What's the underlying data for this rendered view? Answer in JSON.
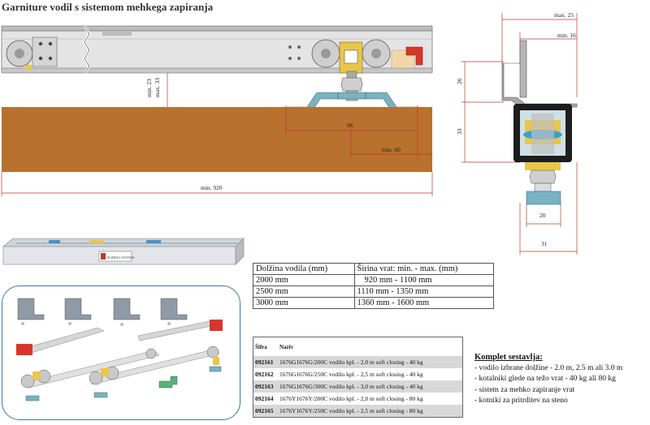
{
  "title": "Garniture vodil s sistemom mehkega zapiranja",
  "dimensions": {
    "min_23": "min. 23",
    "max_33": "max. 33",
    "d96": "96",
    "min_60": "min. 60",
    "min_920": "min. 920",
    "max_25": "max. 25",
    "min_16": "min. 16",
    "d26": "26",
    "d33": "33",
    "d20": "20",
    "d31": "31"
  },
  "rail_label": "SLIDING SYSTEM",
  "length_table": {
    "headers": [
      "Dolžina vodila (mm)",
      "Širina vrat: min. - max. (mm)"
    ],
    "rows": [
      [
        "2000 mm",
        "920 mm - 1100 mm"
      ],
      [
        "2500 mm",
        "1110 mm - 1350 mm"
      ],
      [
        "3000 mm",
        "1360 mm - 1600 mm"
      ]
    ]
  },
  "code_table": {
    "headers": [
      "Šifra",
      "Naziv"
    ],
    "rows": [
      [
        "092161",
        "1676G1676G/200C vodilo kpl. - 2,0 m soft closing - 40 kg"
      ],
      [
        "092162",
        "1676G1676G/250C vodilo kpl. - 2,5 m soft closing - 40 kg"
      ],
      [
        "092163",
        "1676G1676G/300C vodilo kpl. - 3,0 m soft closing - 40 kg"
      ],
      [
        "092164",
        "1676Y1676Y/200C vodilo kpl. - 2,0 m soft closing - 80 kg"
      ],
      [
        "092165",
        "1676Y1676Y/250C vodilo kpl. - 2,5 m soft closing - 80 kg"
      ]
    ]
  },
  "kit": {
    "title": "Komplet sestavlja:",
    "items": [
      "vodilo izbrane dolžine - 2.0 m, 2.5 m ali 3.0 m",
      "kotalniki glede na težo vrat - 40 kg ali 80 kg",
      "sistem za mehko zapiranje vrat",
      "kotniki za pritrditev na steno"
    ]
  },
  "colors": {
    "wood": "#b8712e",
    "rail": "#dcdcdc",
    "hanger_blue": "#79b2c2",
    "accent_red": "#d9362b",
    "box_border": "#3a78b0"
  }
}
